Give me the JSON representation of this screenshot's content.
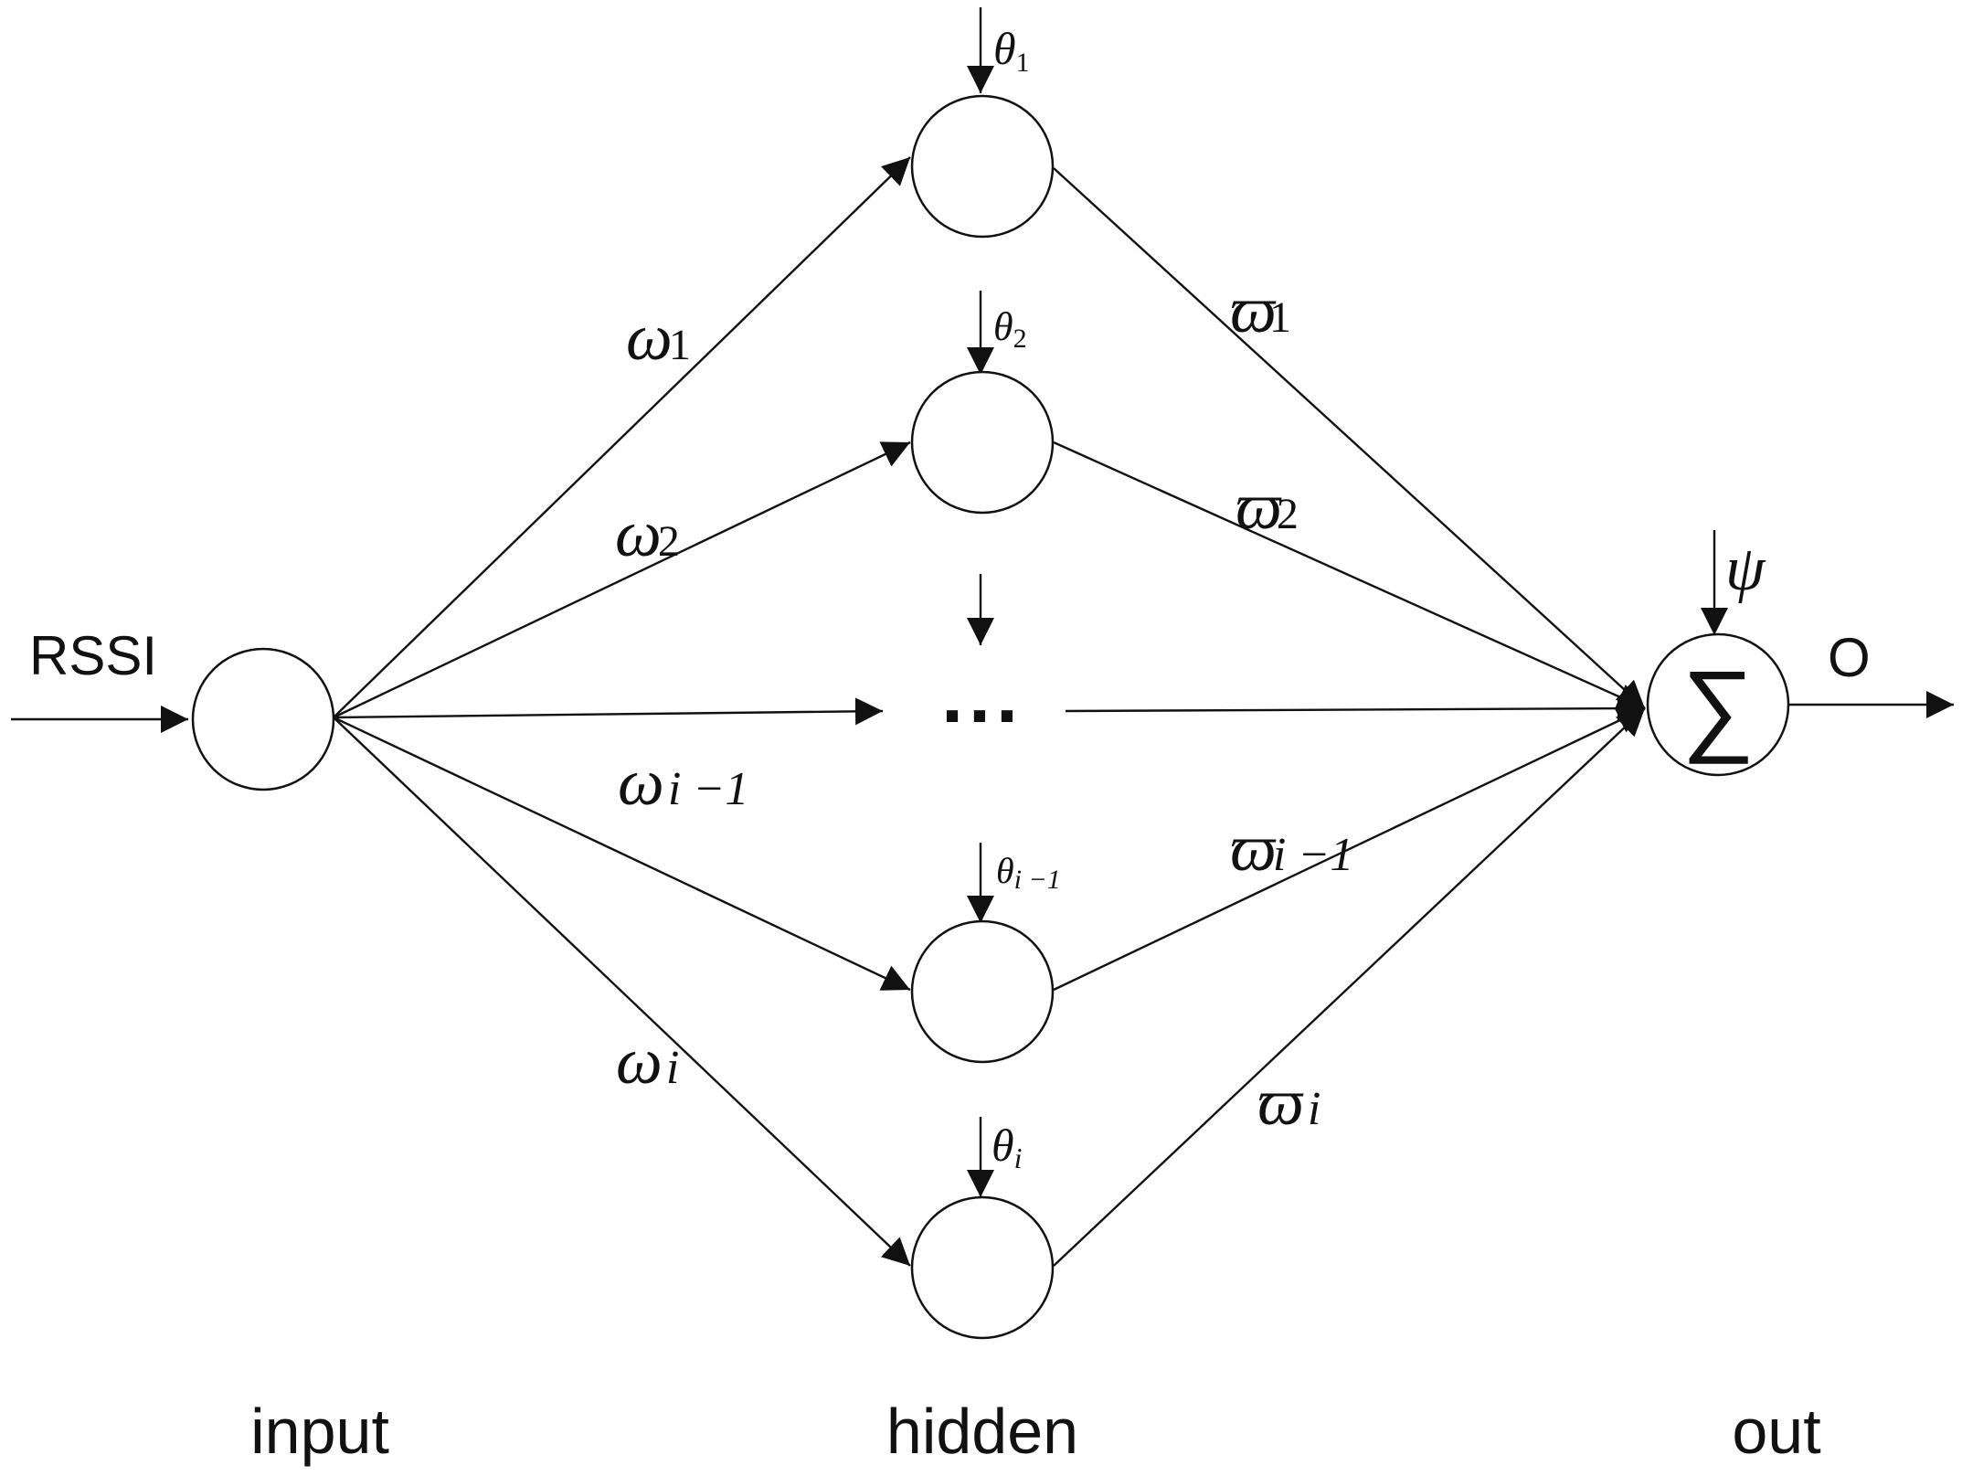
{
  "input_label": "RSSI",
  "output_label": "O",
  "sum_symbol": "∑",
  "ellipsis": "...",
  "layers": {
    "input": "input",
    "hidden": "hidden",
    "out": "out"
  },
  "input_weights": [
    {
      "sym": "ω",
      "sub": "1"
    },
    {
      "sym": "ω",
      "sub": "2"
    },
    {
      "sym": "ω",
      "sub": "i −1"
    },
    {
      "sym": "ω",
      "sub": "i"
    }
  ],
  "output_weights": [
    {
      "sym": "ϖ",
      "sub": "1"
    },
    {
      "sym": "ϖ",
      "sub": "2"
    },
    {
      "sym": "ϖ",
      "sub": "i −1"
    },
    {
      "sym": "ϖ",
      "sub": "i"
    }
  ],
  "hidden_biases": [
    {
      "sym": "θ",
      "sub": "1"
    },
    {
      "sym": "θ",
      "sub": "2"
    },
    {
      "sym": "θ",
      "sub": "i −1"
    },
    {
      "sym": "θ",
      "sub": "i"
    }
  ],
  "output_bias": "ψ",
  "colors": {
    "stroke": "#111111",
    "background": "#ffffff"
  }
}
